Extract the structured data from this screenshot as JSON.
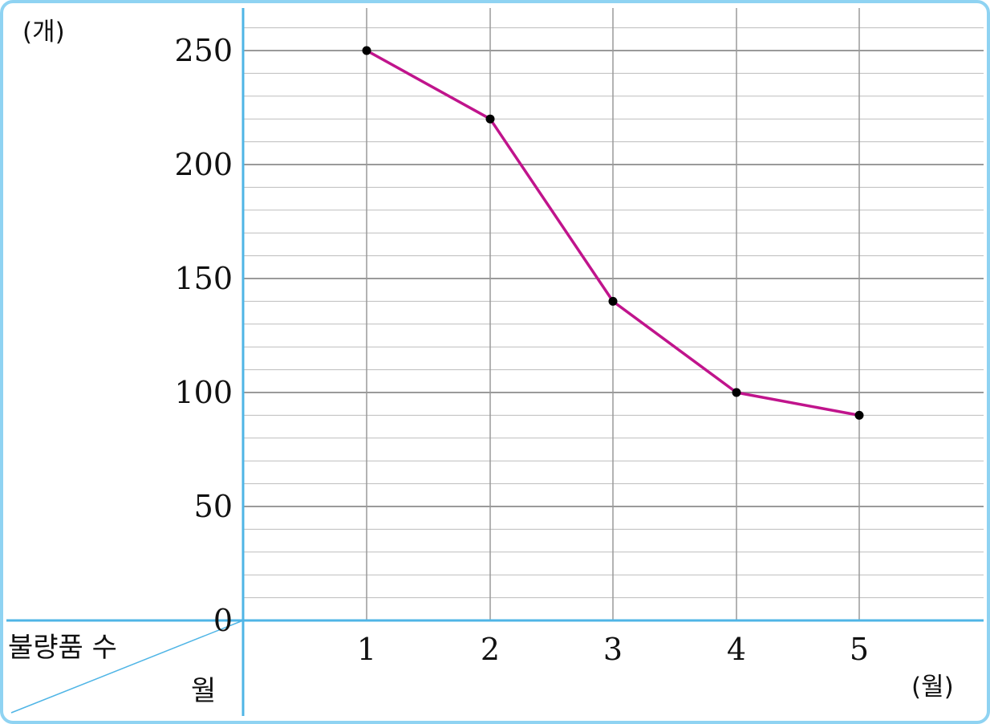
{
  "chart_data": {
    "type": "line",
    "categories": [
      "1",
      "2",
      "3",
      "4",
      "5"
    ],
    "values": [
      250,
      220,
      140,
      100,
      90
    ],
    "y_unit_label": "(개)",
    "x_unit_label": "(월)",
    "y_ticks": [
      "250",
      "200",
      "150",
      "100",
      "50",
      "0"
    ],
    "y_tick_values": [
      250,
      200,
      150,
      100,
      50,
      0
    ],
    "ylim": [
      0,
      262.5
    ],
    "minor_step": 10,
    "corner_row_header": "불량품 수",
    "corner_col_header": "월",
    "colors": {
      "line": "#c0148c",
      "marker": "#000000",
      "axis": "#4fb5e6",
      "major_grid": "#9a9a9a",
      "minor_grid": "#bdbdbd",
      "frame": "#8fd3f2"
    }
  }
}
